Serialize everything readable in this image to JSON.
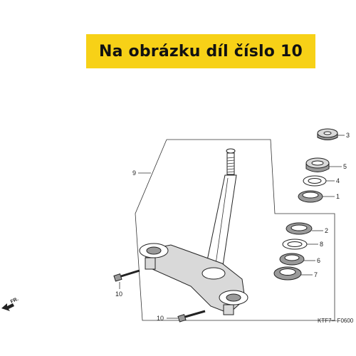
{
  "banner": {
    "text": "Na obrázku díl číslo 10",
    "color": "#f7d117"
  },
  "diagram": {
    "code": "KTF7—F0600",
    "direction": "FR.",
    "callouts": {
      "p1": "1",
      "p2": "2",
      "p3": "3",
      "p4": "4",
      "p5": "5",
      "p6": "6",
      "p7": "7",
      "p8": "8",
      "p9": "9",
      "p10a": "10",
      "p10b": "10"
    }
  }
}
